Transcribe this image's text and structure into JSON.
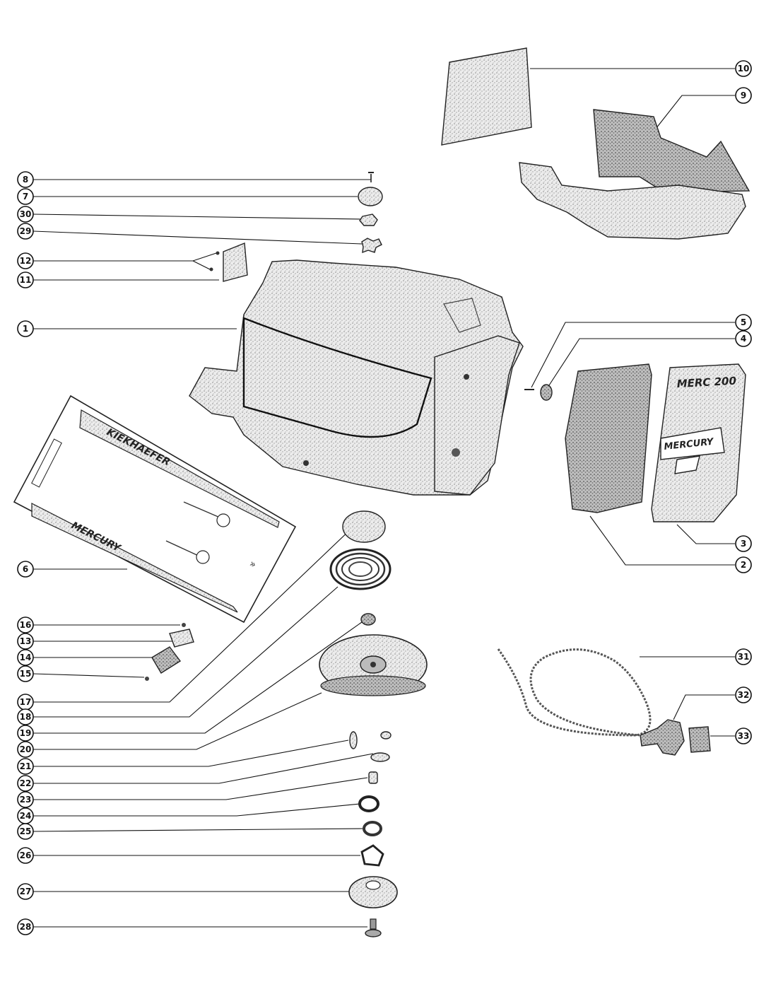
{
  "diagram": {
    "callouts": [
      {
        "id": "c8",
        "label": "8"
      },
      {
        "id": "c7",
        "label": "7"
      },
      {
        "id": "c30",
        "label": "30"
      },
      {
        "id": "c29",
        "label": "29"
      },
      {
        "id": "c12",
        "label": "12"
      },
      {
        "id": "c11",
        "label": "11"
      },
      {
        "id": "c1",
        "label": "1"
      },
      {
        "id": "c6",
        "label": "6"
      },
      {
        "id": "c16",
        "label": "16"
      },
      {
        "id": "c13",
        "label": "13"
      },
      {
        "id": "c14",
        "label": "14"
      },
      {
        "id": "c15",
        "label": "15"
      },
      {
        "id": "c17",
        "label": "17"
      },
      {
        "id": "c18",
        "label": "18"
      },
      {
        "id": "c19",
        "label": "19"
      },
      {
        "id": "c20",
        "label": "20"
      },
      {
        "id": "c21",
        "label": "21"
      },
      {
        "id": "c22",
        "label": "22"
      },
      {
        "id": "c23",
        "label": "23"
      },
      {
        "id": "c24",
        "label": "24"
      },
      {
        "id": "c25",
        "label": "25"
      },
      {
        "id": "c26",
        "label": "26"
      },
      {
        "id": "c27",
        "label": "27"
      },
      {
        "id": "c28",
        "label": "28"
      },
      {
        "id": "c10",
        "label": "10"
      },
      {
        "id": "c9",
        "label": "9"
      },
      {
        "id": "c5",
        "label": "5"
      },
      {
        "id": "c4",
        "label": "4"
      },
      {
        "id": "c3",
        "label": "3"
      },
      {
        "id": "c2",
        "label": "2"
      },
      {
        "id": "c31",
        "label": "31"
      },
      {
        "id": "c32",
        "label": "32"
      },
      {
        "id": "c33",
        "label": "33"
      }
    ],
    "decals": {
      "side_panel_model": "MERC 200",
      "side_panel_brand": "MERCURY",
      "decal_sheet_brand": "MERCURY",
      "decal_sheet_lower": "MERCURY",
      "decal_sheet_upper": "KIEKHAEFER"
    }
  }
}
